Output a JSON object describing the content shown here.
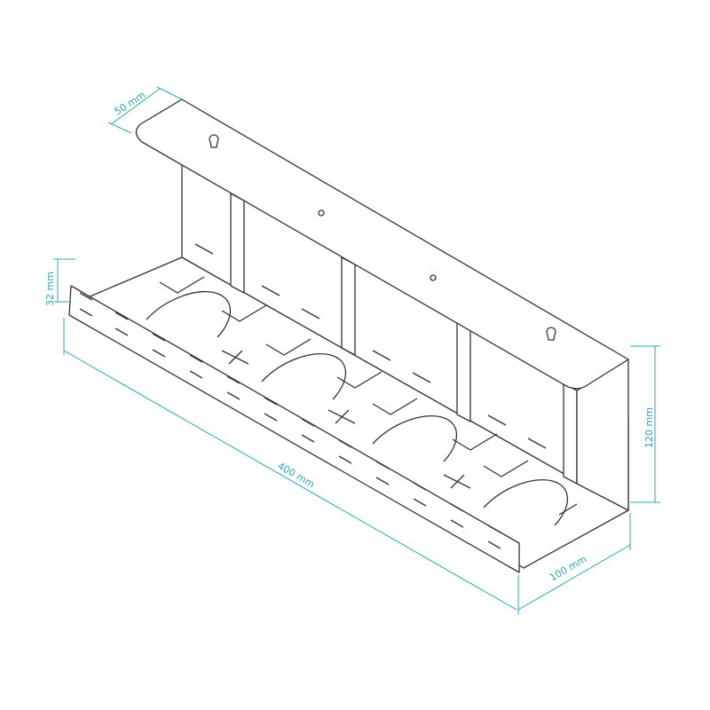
{
  "title": "Cable tray dimension drawing",
  "dimension_color": "#2aa8b8",
  "dimensions": {
    "top_flange_width": "50 mm",
    "lip_height": "32 mm",
    "length": "400 mm",
    "height": "120 mm",
    "depth": "100 mm"
  }
}
